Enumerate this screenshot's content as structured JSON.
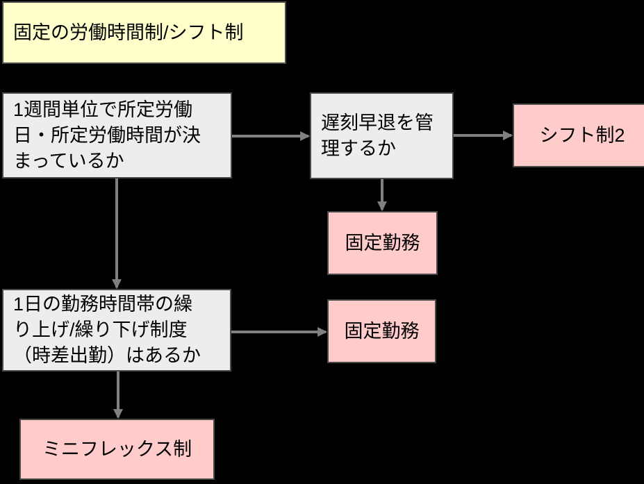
{
  "diagram": {
    "title": "固定の労働時間制/シフト制",
    "colors": {
      "background": "#000000",
      "title_fill": "#FFFFCC",
      "question_fill": "#EDEDED",
      "result_fill": "#FFCBCB",
      "border": "#4a4a4a",
      "arrow": "#808080",
      "text": "#000000"
    },
    "nodes": {
      "title": {
        "type": "title",
        "label": "固定の労働時間制/シフト制"
      },
      "q_week": {
        "type": "question",
        "label": "1週間単位で所定労働\n日・所定労働時間が決\nまっているか"
      },
      "q_late": {
        "type": "question",
        "label": "遅刻早退を管\n理するか"
      },
      "shift2": {
        "type": "result",
        "label": "シフト制2"
      },
      "fixed_work_1": {
        "type": "result",
        "label": "固定勤務"
      },
      "q_stagger": {
        "type": "question",
        "label": "1日の勤務時間帯の繰\nり上げ/繰り下げ制度\n（時差出勤）はあるか"
      },
      "fixed_work_2": {
        "type": "result",
        "label": "固定勤務"
      },
      "miniflex": {
        "type": "result",
        "label": "ミニフレックス制"
      }
    },
    "edges": [
      {
        "from": "q_week",
        "to": "q_late"
      },
      {
        "from": "q_late",
        "to": "shift2"
      },
      {
        "from": "q_late",
        "to": "fixed_work_1"
      },
      {
        "from": "q_week",
        "to": "q_stagger"
      },
      {
        "from": "q_stagger",
        "to": "fixed_work_2"
      },
      {
        "from": "q_stagger",
        "to": "miniflex"
      }
    ]
  }
}
